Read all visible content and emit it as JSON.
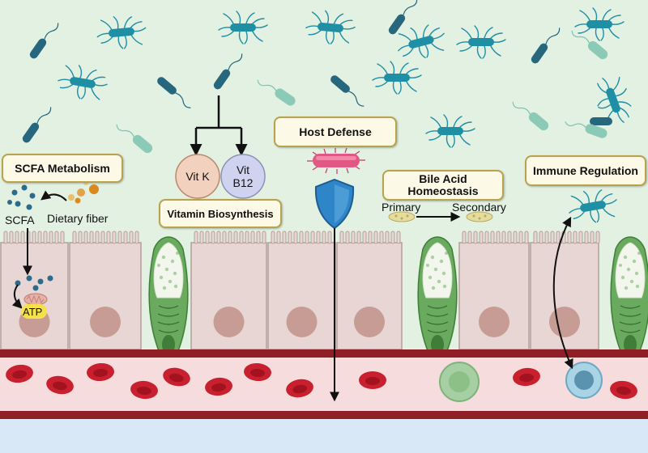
{
  "labels": {
    "scfa_metabolism": "SCFA Metabolism",
    "scfa": "SCFA",
    "dietary_fiber": "Dietary fiber",
    "atp": "ATP",
    "vit_k": "Vit K",
    "vit_b12_line1": "Vit",
    "vit_b12_line2": "B12",
    "vitamin_biosynthesis": "Vitamin Biosynthesis",
    "host_defense": "Host Defense",
    "bile_acid_line1": "Bile Acid",
    "bile_acid_line2": "Homeostasis",
    "primary": "Primary",
    "secondary": "Secondary",
    "immune_regulation": "Immune Regulation"
  },
  "colors": {
    "background": "#e3f1e2",
    "label_fill": "#fcf9e6",
    "label_border": "#b8a24c",
    "bacteria_teal": "#1f8fa6",
    "bacteria_dark": "#27677e",
    "bacteria_light": "#7fc3b3",
    "epithelium": "#e7d6d3",
    "goblet_green": "#6aaa5f",
    "vessel_wall": "#8f1f24",
    "blood": "#f6dcdc",
    "rbc": "#c8202e",
    "shield": "#2e86c8",
    "vit_k_fill": "#f2d2bf",
    "vit_b12_fill": "#cfd3ef",
    "atp_fill": "#f5e24a"
  },
  "icons": [
    "rod-bacterium-icon",
    "flagellated-bacterium-icon",
    "shield-icon",
    "mitochondrion-icon",
    "red-blood-cell-icon",
    "immune-cell-icon",
    "goblet-cell-icon"
  ]
}
